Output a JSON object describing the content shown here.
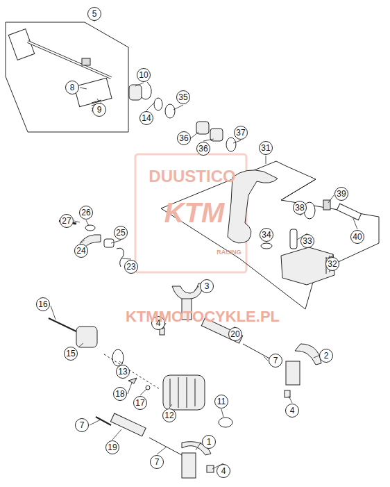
{
  "diagram": {
    "labels": [
      "5",
      "10",
      "8",
      "9",
      "14",
      "35",
      "36",
      "36",
      "37",
      "31",
      "39",
      "38",
      "40",
      "34",
      "33",
      "32",
      "27",
      "26",
      "25",
      "24",
      "23",
      "3",
      "4",
      "20",
      "16",
      "15",
      "13",
      "7",
      "2",
      "18",
      "17",
      "12",
      "11",
      "4",
      "7",
      "19",
      "7",
      "1",
      "4",
      "DUUSTICO",
      "KTM",
      "RACING",
      "KTMMOTOCYKLE.PL"
    ]
  }
}
